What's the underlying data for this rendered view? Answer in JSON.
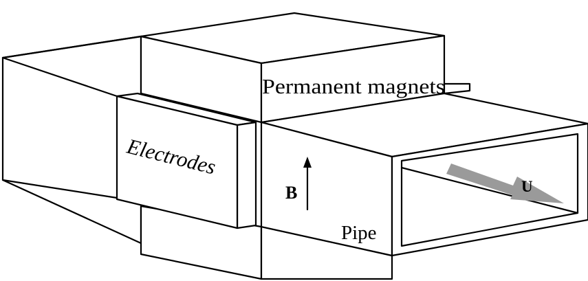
{
  "labels": {
    "magnets": "Permanent magnets",
    "electrodes": "Electrodes",
    "field": "B",
    "pipe": "Pipe",
    "velocity": "U"
  },
  "colors": {
    "stroke": "#000000",
    "background": "#ffffff",
    "flow_arrow": "#9a9a9a"
  }
}
